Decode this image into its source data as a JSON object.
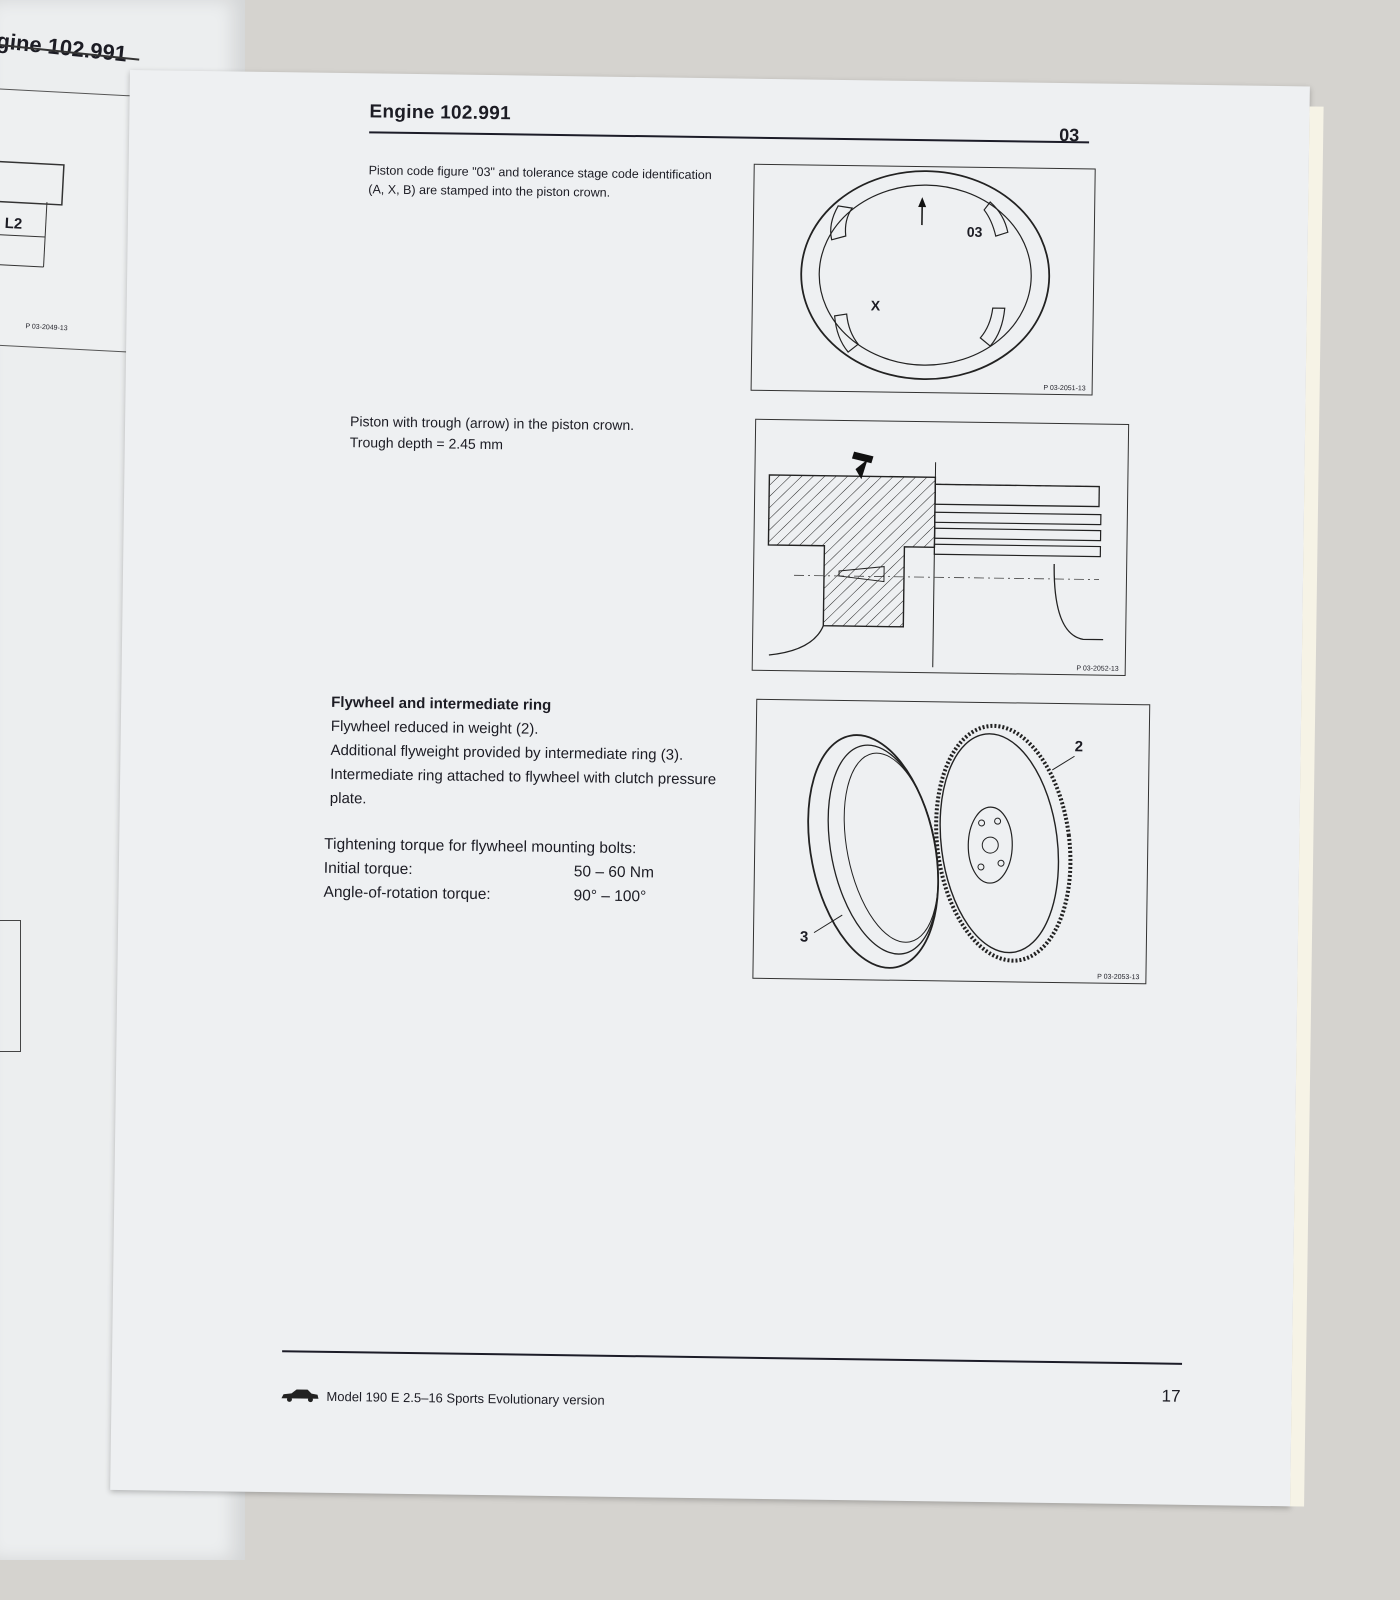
{
  "left_page": {
    "header_title": "gine 102.991",
    "fig_label": "L2",
    "fig_code": "P 03-2049-13"
  },
  "page": {
    "header_title": "Engine 102.991",
    "section_number": "03",
    "block1": {
      "text": "Piston code figure \"03\" and tolerance stage code identification (A, X, B) are stamped into the piston crown."
    },
    "figure1": {
      "labels": [
        "03",
        "X"
      ],
      "code": "P 03-2051-13"
    },
    "block2": {
      "line1": "Piston with trough (arrow) in the piston crown.",
      "line2": "Trough depth  =  2.45 mm"
    },
    "figure2": {
      "code": "P 03-2052-13"
    },
    "block3": {
      "heading": "Flywheel and intermediate ring",
      "line1": "Flywheel reduced in weight (2).",
      "line2": "Additional flyweight provided by intermediate ring (3). Intermediate ring attached to flywheel with clutch pressure plate."
    },
    "figure3": {
      "callout_2": "2",
      "callout_3": "3",
      "code": "P 03-2053-13"
    },
    "torque": {
      "title": "Tightening torque for flywheel mounting bolts:",
      "rows": [
        {
          "label": "Initial torque:",
          "value": "50 – 60 Nm"
        },
        {
          "label": "Angle-of-rotation torque:",
          "value": "90° – 100°"
        }
      ]
    },
    "footer": {
      "text": "Model 190 E 2.5–16 Sports Evolutionary version",
      "page_number": "17",
      "icon": "car-icon"
    }
  }
}
